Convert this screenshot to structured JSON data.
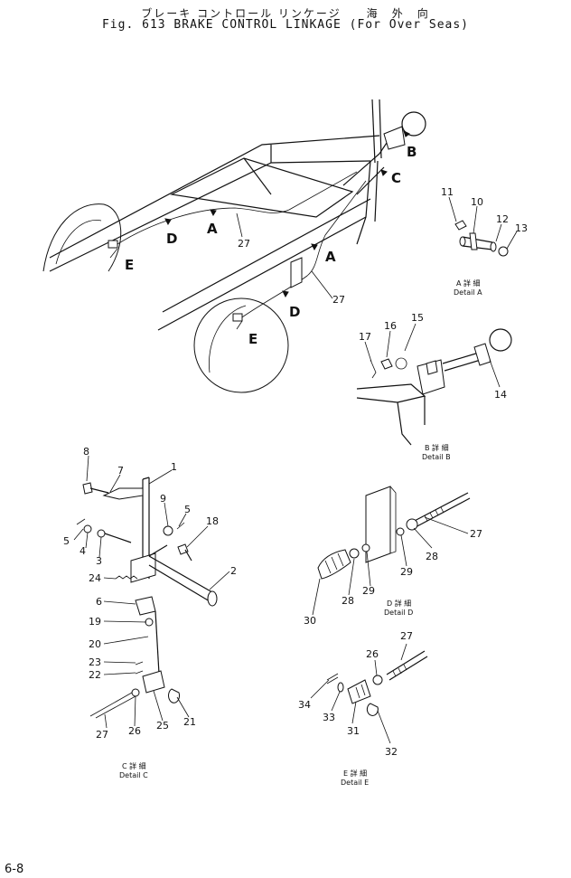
{
  "header": {
    "jp_title": "ブレーキ コントロール リンケージ　　海　外　向",
    "en_title": "Fig. 613   BRAKE CONTROL LINKAGE   (For Over Seas)"
  },
  "page_number": "6-8",
  "callouts": {
    "main": {
      "B": "B",
      "C": "C",
      "A1": "A",
      "A2": "A",
      "D1": "D",
      "D2": "D",
      "E1": "E",
      "E2": "E",
      "p27a": "27",
      "p27b": "27"
    },
    "detail_a": {
      "p11": "11",
      "p10": "10",
      "p12": "12",
      "p13": "13",
      "caption_top": "A 詳 細",
      "caption_bottom": "Detail A"
    },
    "detail_b": {
      "p17": "17",
      "p16": "16",
      "p15": "15",
      "p14": "14",
      "caption_top": "B 詳 細",
      "caption_bottom": "Detail B"
    },
    "detail_c": {
      "p8": "8",
      "p7": "7",
      "p1": "1",
      "p9": "9",
      "p5a": "5",
      "p5b": "5",
      "p18": "18",
      "p4": "4",
      "p3": "3",
      "p2": "2",
      "p24": "24",
      "p6": "6",
      "p19": "19",
      "p20": "20",
      "p23": "23",
      "p22": "22",
      "p27": "27",
      "p26": "26",
      "p25": "25",
      "p21": "21",
      "caption_top": "C 詳 細",
      "caption_bottom": "Detail C"
    },
    "detail_d": {
      "p27": "27",
      "p28a": "28",
      "p29a": "29",
      "p28b": "28",
      "p29b": "29",
      "p30": "30",
      "caption_top": "D 詳 細",
      "caption_bottom": "Detail D"
    },
    "detail_e": {
      "p27": "27",
      "p26": "26",
      "p34": "34",
      "p33": "33",
      "p31": "31",
      "p32": "32",
      "caption_top": "E 詳 細",
      "caption_bottom": "Detail E"
    }
  }
}
